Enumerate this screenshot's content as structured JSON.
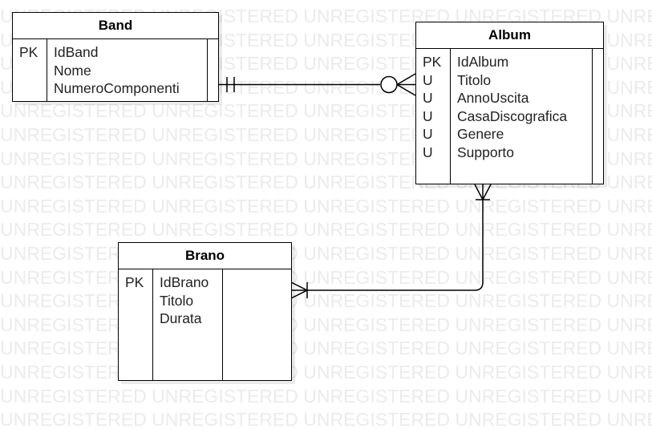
{
  "watermark": {
    "text": "UNREGISTERED"
  },
  "entities": {
    "band": {
      "title": "Band",
      "keys": [
        "PK",
        "",
        ""
      ],
      "attributes": [
        "IdBand",
        "Nome",
        "NumeroComponenti"
      ]
    },
    "album": {
      "title": "Album",
      "keys": [
        "PK",
        "U",
        "U",
        "U",
        "U",
        "U"
      ],
      "attributes": [
        "IdAlbum",
        "Titolo",
        "AnnoUscita",
        "CasaDiscografica",
        "Genere",
        "Supporto"
      ]
    },
    "brano": {
      "title": "Brano",
      "keys": [
        "PK",
        "",
        ""
      ],
      "attributes": [
        "IdBrano",
        "Titolo",
        "Durata"
      ]
    }
  },
  "relationships": [
    {
      "from": "band",
      "to": "album",
      "from_cardinality": "one-and-only-one",
      "to_cardinality": "zero-or-many"
    },
    {
      "from": "album",
      "to": "brano",
      "from_cardinality": "one-or-many",
      "to_cardinality": "one-or-many"
    }
  ],
  "colors": {
    "line": "#000000",
    "watermark": "#ebebeb",
    "background": "#ffffff"
  }
}
